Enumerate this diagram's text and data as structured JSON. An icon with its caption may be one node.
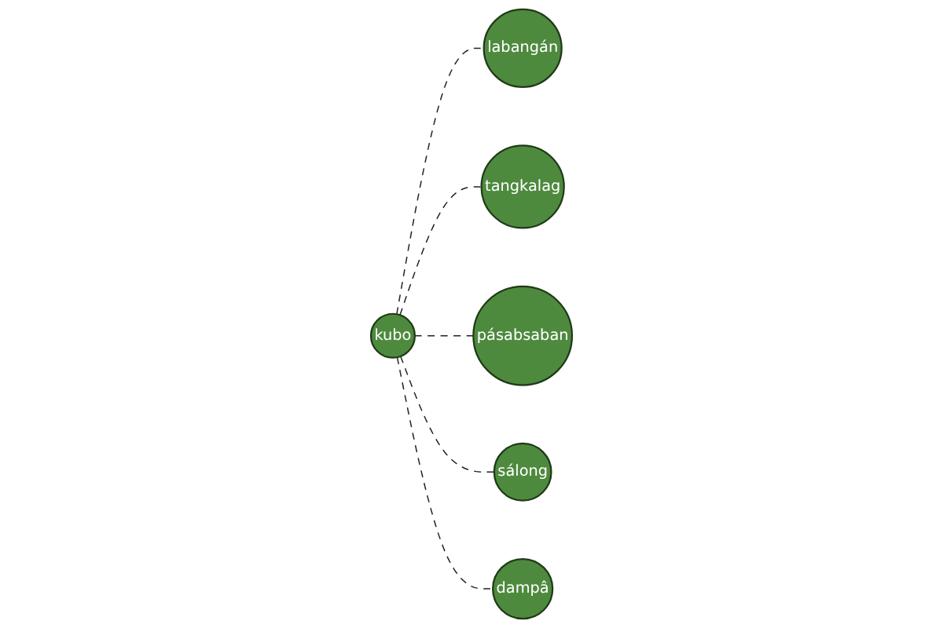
{
  "diagram": {
    "nodes": [
      {
        "text": [
          "labangán"
        ]
      },
      {
        "text": [
          "tangkalag"
        ]
      },
      {
        "text": [
          "pásabsaban"
        ]
      },
      {
        "text": [
          "sálong"
        ]
      },
      {
        "text": [
          "kubo"
        ]
      },
      {
        "text": [
          "dampâ"
        ]
      }
    ],
    "edges": [
      {
        "from": 4,
        "to": 0,
        "arrow": "none",
        "style": "dashed"
      },
      {
        "from": 4,
        "to": 1,
        "arrow": "none",
        "style": "dashed"
      },
      {
        "from": 4,
        "to": 2,
        "arrow": "none",
        "style": "dashed"
      },
      {
        "from": 4,
        "to": 3,
        "arrow": "none",
        "style": "dashed"
      },
      {
        "from": 4,
        "to": 5,
        "arrow": "none",
        "style": "dashed"
      }
    ]
  }
}
